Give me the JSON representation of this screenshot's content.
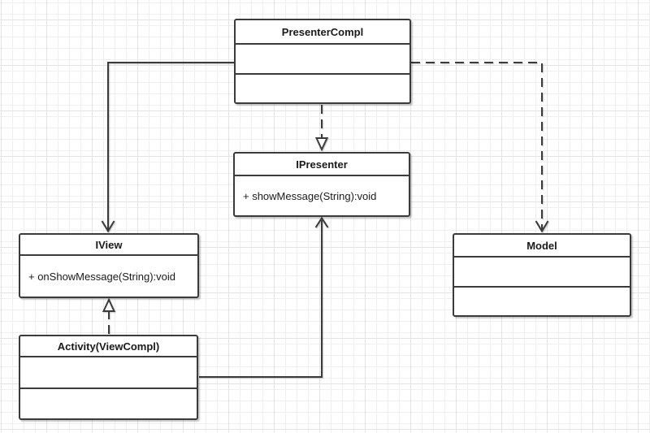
{
  "classes": {
    "presenterCompl": {
      "title": "PresenterCompl",
      "empty_compartments": 2
    },
    "ipresenter": {
      "title": "IPresenter",
      "methods": [
        "+ showMessage(String):void"
      ]
    },
    "iview": {
      "title": "IView",
      "methods": [
        "+ onShowMessage(String):void"
      ]
    },
    "activity": {
      "title": "Activity(ViewCompl)",
      "empty_compartments": 2
    },
    "model": {
      "title": "Model",
      "empty_compartments": 2
    }
  },
  "relationships": [
    {
      "from": "PresenterCompl",
      "to": "IView",
      "type": "directed-association",
      "line": "solid",
      "arrowhead": "open"
    },
    {
      "from": "PresenterCompl",
      "to": "IPresenter",
      "type": "realization",
      "line": "dashed",
      "arrowhead": "hollow-triangle"
    },
    {
      "from": "PresenterCompl",
      "to": "Model",
      "type": "dependency",
      "line": "dashed",
      "arrowhead": "open"
    },
    {
      "from": "Activity(ViewCompl)",
      "to": "IView",
      "type": "realization",
      "line": "dashed",
      "arrowhead": "hollow-triangle"
    },
    {
      "from": "Activity(ViewCompl)",
      "to": "IPresenter",
      "type": "directed-association",
      "line": "solid",
      "arrowhead": "open"
    }
  ],
  "colors": {
    "stroke": "#3b3b3b",
    "box_fill": "#ffffff",
    "grid_minor": "#efeff1",
    "grid_major": "#e3e3e6"
  }
}
